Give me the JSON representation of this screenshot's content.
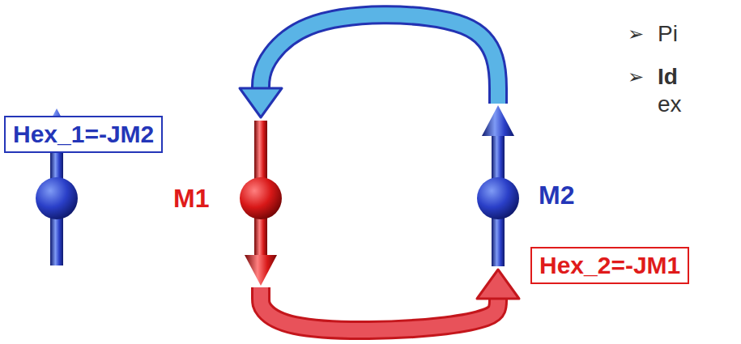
{
  "diagram": {
    "nodes": [
      {
        "text": [
          "Hex_1=-JM2"
        ]
      },
      {
        "text": [
          "M1"
        ]
      },
      {
        "text": [
          "M2"
        ]
      },
      {
        "text": [
          "Hex_2=-JM1"
        ]
      }
    ],
    "edges": [
      {
        "from": 2,
        "to": 1,
        "arrow": "to"
      },
      {
        "from": 1,
        "to": 2,
        "arrow": "to"
      }
    ],
    "labels": [
      "➢",
      "Pi",
      "➢",
      "Id",
      "ex"
    ]
  }
}
